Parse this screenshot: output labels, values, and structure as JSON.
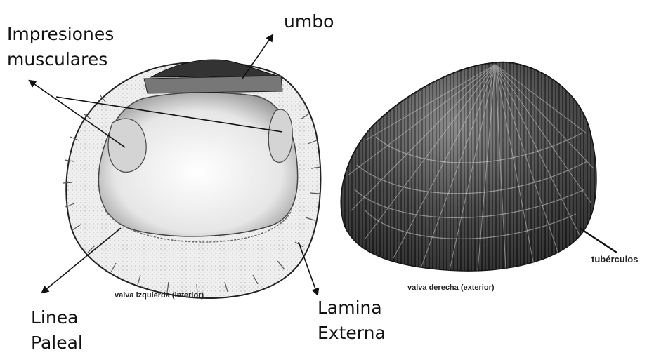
{
  "labels": {
    "umbo": "umbo",
    "impresiones_line1": "Impresiones",
    "impresiones_line2": "musculares",
    "linea_line1": "Linea",
    "linea_line2": "Paleal",
    "lamina_line1": "Lamina",
    "lamina_line2": "Externa",
    "tuberculos": "tubérculos"
  },
  "captions": {
    "left_valve": "valva izquierda (interior)",
    "right_valve": "valva derecha (exterior)"
  },
  "colors": {
    "ink": "#111111",
    "shell_light": "#f4f4f4",
    "shell_dark": "#2b2b2b"
  }
}
